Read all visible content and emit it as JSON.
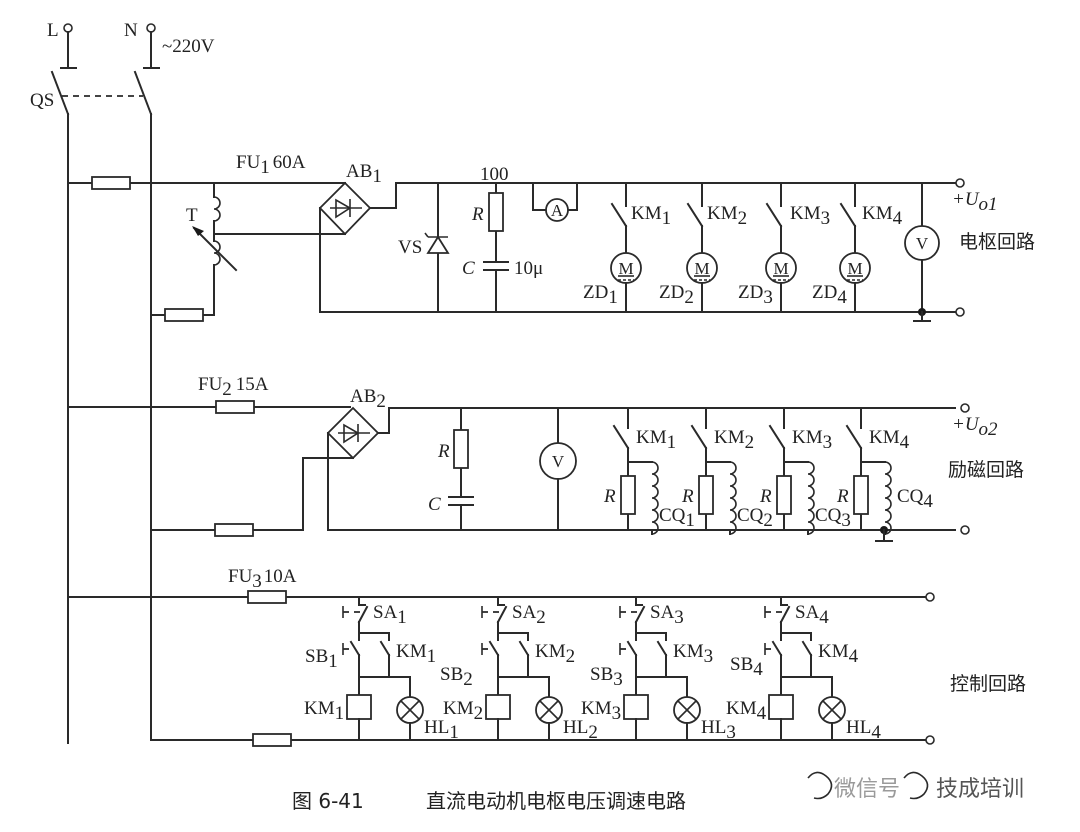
{
  "supply": {
    "line_label": "L",
    "neutral_label": "N",
    "voltage_label": "~220V",
    "switch_label": "QS"
  },
  "armature_circuit": {
    "title": "电枢回路",
    "fuse_label": "FU",
    "fuse_sub": "1",
    "fuse_rating": "60A",
    "transformer_label": "T",
    "rectifier_label": "AB",
    "rectifier_sub": "1",
    "zener_label": "VS",
    "resistor_label": "R",
    "resistor_value": "100",
    "capacitor_label": "C",
    "capacitor_value": "10μ",
    "ammeter_symbol": "A",
    "voltmeter_symbol": "V",
    "output_label": "+U",
    "output_sub": "o1",
    "branches": [
      {
        "contact": "KM",
        "contact_sub": "1",
        "motor": "ZD",
        "motor_sub": "1",
        "motor_symbol": "M"
      },
      {
        "contact": "KM",
        "contact_sub": "2",
        "motor": "ZD",
        "motor_sub": "2",
        "motor_symbol": "M"
      },
      {
        "contact": "KM",
        "contact_sub": "3",
        "motor": "ZD",
        "motor_sub": "3",
        "motor_symbol": "M"
      },
      {
        "contact": "KM",
        "contact_sub": "4",
        "motor": "ZD",
        "motor_sub": "4",
        "motor_symbol": "M"
      }
    ]
  },
  "excitation_circuit": {
    "title": "励磁回路",
    "fuse_label": "FU",
    "fuse_sub": "2",
    "fuse_rating": "15A",
    "rectifier_label": "AB",
    "rectifier_sub": "2",
    "resistor_label": "R",
    "capacitor_label": "C",
    "voltmeter_symbol": "V",
    "output_label": "+U",
    "output_sub": "o2",
    "branches": [
      {
        "contact": "KM",
        "contact_sub": "1",
        "resistor": "R",
        "coil": "CQ",
        "coil_sub": "1"
      },
      {
        "contact": "KM",
        "contact_sub": "2",
        "resistor": "R",
        "coil": "CQ",
        "coil_sub": "2"
      },
      {
        "contact": "KM",
        "contact_sub": "3",
        "resistor": "R",
        "coil": "CQ",
        "coil_sub": "3"
      },
      {
        "contact": "KM",
        "contact_sub": "4",
        "resistor": "R",
        "coil": "CQ",
        "coil_sub": "4"
      }
    ]
  },
  "control_circuit": {
    "title": "控制回路",
    "fuse_label": "FU",
    "fuse_sub": "3",
    "fuse_rating": "10A",
    "branches": [
      {
        "selector": "SA",
        "selector_sub": "1",
        "button": "SB",
        "button_sub": "1",
        "aux": "KM",
        "aux_sub": "1",
        "coil": "KM",
        "coil_sub": "1",
        "lamp": "HL",
        "lamp_sub": "1"
      },
      {
        "selector": "SA",
        "selector_sub": "2",
        "button": "SB",
        "button_sub": "2",
        "aux": "KM",
        "aux_sub": "2",
        "coil": "KM",
        "coil_sub": "2",
        "lamp": "HL",
        "lamp_sub": "2"
      },
      {
        "selector": "SA",
        "selector_sub": "3",
        "button": "SB",
        "button_sub": "3",
        "aux": "KM",
        "aux_sub": "3",
        "coil": "KM",
        "coil_sub": "3",
        "lamp": "HL",
        "lamp_sub": "3"
      },
      {
        "selector": "SA",
        "selector_sub": "4",
        "button": "SB",
        "button_sub": "4",
        "aux": "KM",
        "aux_sub": "4",
        "coil": "KM",
        "coil_sub": "4",
        "lamp": "HL",
        "lamp_sub": "4"
      }
    ]
  },
  "caption": {
    "figure_number": "图 6-41",
    "title": "直流电动机电枢电压调速电路"
  },
  "watermark": {
    "text": "微信号",
    "account": "技成培训"
  }
}
